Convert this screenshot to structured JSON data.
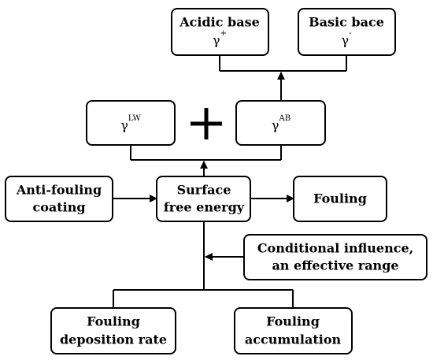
{
  "nodes": {
    "acidic": {
      "title": "Acidic base",
      "symbol": "γ",
      "sup": "+"
    },
    "basic": {
      "title": "Basic bace",
      "symbol": "γ",
      "sup": "-"
    },
    "lw": {
      "symbol": "γ",
      "sup": "LW"
    },
    "ab": {
      "symbol": "γ",
      "sup": "AB"
    },
    "antifouling": {
      "line1": "Anti-fouling",
      "line2": "coating"
    },
    "surface": {
      "line1": "Surface",
      "line2": "free energy"
    },
    "fouling": {
      "label": "Fouling"
    },
    "conditional": {
      "line1": "Conditional influence,",
      "line2": "an effective range"
    },
    "deposition": {
      "line1": "Fouling",
      "line2": "deposition rate"
    },
    "accumulation": {
      "line1": "Fouling",
      "line2": "accumulation"
    }
  }
}
